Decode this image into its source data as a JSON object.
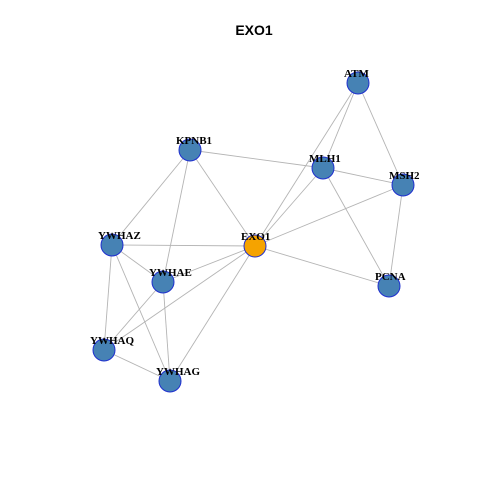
{
  "title": "EXO1",
  "colors": {
    "center_node": "#f5a300",
    "node": "#4682b4",
    "node_border": "#1f2fcf",
    "edge": "#b4b4b4"
  },
  "nodes": [
    {
      "id": "ATM",
      "label": "ATM",
      "center": false
    },
    {
      "id": "KPNB1",
      "label": "KPNB1",
      "center": false
    },
    {
      "id": "MLH1",
      "label": "MLH1",
      "center": false
    },
    {
      "id": "MSH2",
      "label": "MSH2",
      "center": false
    },
    {
      "id": "EXO1",
      "label": "EXO1",
      "center": true
    },
    {
      "id": "YWHAZ",
      "label": "YWHAZ",
      "center": false
    },
    {
      "id": "YWHAE",
      "label": "YWHAE",
      "center": false
    },
    {
      "id": "PCNA",
      "label": "PCNA",
      "center": false
    },
    {
      "id": "YWHAQ",
      "label": "YWHAQ",
      "center": false
    },
    {
      "id": "YWHAG",
      "label": "YWHAG",
      "center": false
    }
  ],
  "edges": [
    [
      "ATM",
      "MLH1"
    ],
    [
      "ATM",
      "MSH2"
    ],
    [
      "ATM",
      "EXO1"
    ],
    [
      "KPNB1",
      "MLH1"
    ],
    [
      "KPNB1",
      "EXO1"
    ],
    [
      "KPNB1",
      "YWHAZ"
    ],
    [
      "KPNB1",
      "YWHAE"
    ],
    [
      "MLH1",
      "MSH2"
    ],
    [
      "MLH1",
      "EXO1"
    ],
    [
      "MLH1",
      "PCNA"
    ],
    [
      "MSH2",
      "EXO1"
    ],
    [
      "MSH2",
      "PCNA"
    ],
    [
      "EXO1",
      "YWHAZ"
    ],
    [
      "EXO1",
      "YWHAE"
    ],
    [
      "EXO1",
      "PCNA"
    ],
    [
      "EXO1",
      "YWHAQ"
    ],
    [
      "EXO1",
      "YWHAG"
    ],
    [
      "YWHAZ",
      "YWHAE"
    ],
    [
      "YWHAZ",
      "YWHAQ"
    ],
    [
      "YWHAZ",
      "YWHAG"
    ],
    [
      "YWHAE",
      "YWHAQ"
    ],
    [
      "YWHAE",
      "YWHAG"
    ],
    [
      "YWHAQ",
      "YWHAG"
    ]
  ]
}
